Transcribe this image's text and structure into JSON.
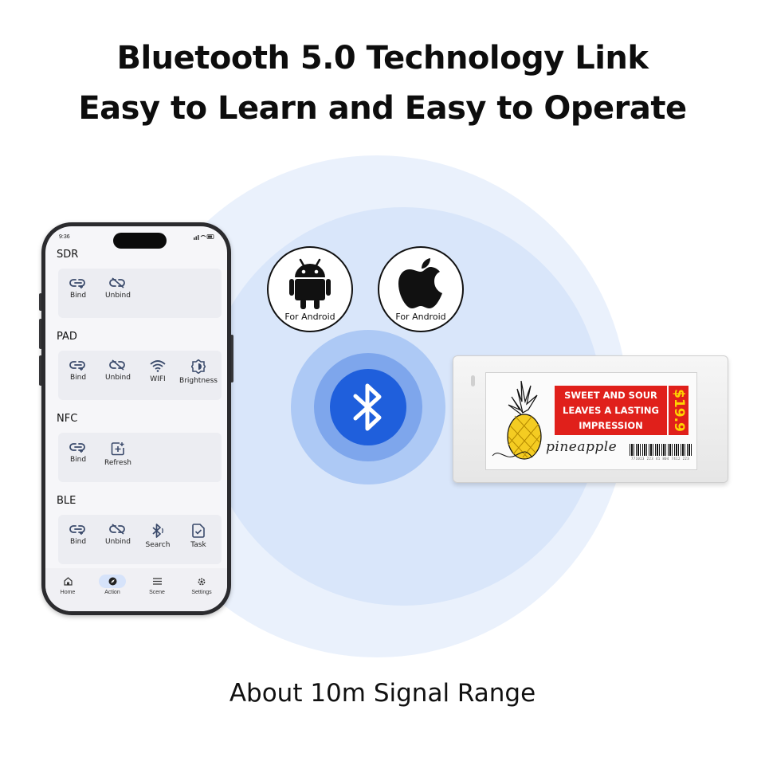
{
  "headline": {
    "line1": "Bluetooth 5.0 Technology Link",
    "line2": "Easy to Learn and Easy to Operate"
  },
  "badges": [
    {
      "icon": "android-robot-icon",
      "caption": "For Android"
    },
    {
      "icon": "apple-logo-icon",
      "caption": "For Android"
    }
  ],
  "center_icon": "bluetooth-icon",
  "phone": {
    "status": {
      "time": "9:36",
      "indicators": "•••"
    },
    "sections": [
      {
        "title": "SDR",
        "actions": [
          {
            "label": "Bind",
            "icon": "link-icon"
          },
          {
            "label": "Unbind",
            "icon": "unlink-icon"
          }
        ]
      },
      {
        "title": "PAD",
        "actions": [
          {
            "label": "Bind",
            "icon": "link-icon"
          },
          {
            "label": "Unbind",
            "icon": "unlink-icon"
          },
          {
            "label": "WIFI",
            "icon": "wifi-icon"
          },
          {
            "label": "Brightness",
            "icon": "brightness-icon"
          }
        ]
      },
      {
        "title": "NFC",
        "actions": [
          {
            "label": "Bind",
            "icon": "link-icon"
          },
          {
            "label": "Refresh",
            "icon": "refresh-icon"
          }
        ]
      },
      {
        "title": "BLE",
        "actions": [
          {
            "label": "Bind",
            "icon": "link-icon"
          },
          {
            "label": "Unbind",
            "icon": "unlink-icon"
          },
          {
            "label": "Search",
            "icon": "bluetooth-search-icon"
          },
          {
            "label": "Task",
            "icon": "task-icon"
          }
        ]
      }
    ],
    "tabs": [
      {
        "label": "Home",
        "icon": "home-icon",
        "active": false
      },
      {
        "label": "Action",
        "icon": "compass-icon",
        "active": true
      },
      {
        "label": "Scene",
        "icon": "menu-icon",
        "active": false
      },
      {
        "label": "Settings",
        "icon": "gear-icon",
        "active": false
      }
    ]
  },
  "tag": {
    "promo_lines": [
      "SWEET AND SOUR",
      "LEAVES A LASTING",
      "IMPRESSION"
    ],
    "price": "$19.9",
    "product_name": "pineapple",
    "barcode_digits": "771023  223 41  804 7412 223",
    "colors": {
      "promo_bg": "#e0201b",
      "price_text": "#ffd400"
    }
  },
  "footer": "About 10m Signal Range"
}
